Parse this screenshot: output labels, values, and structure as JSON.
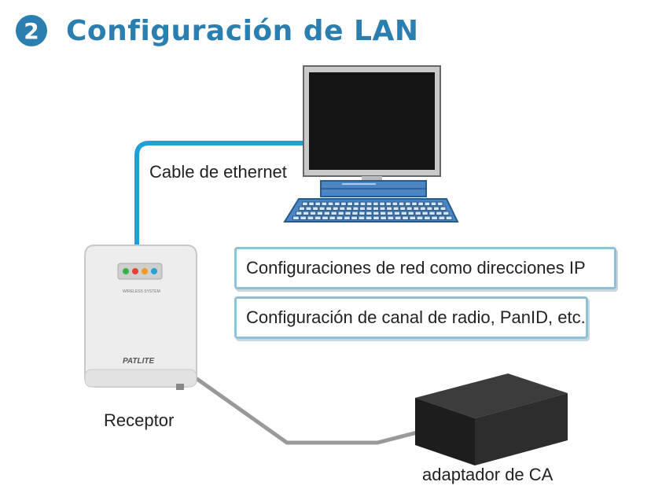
{
  "title": {
    "step_number": "2",
    "text": "Configuración de LAN"
  },
  "labels": {
    "cable": "Cable de ethernet",
    "receiver": "Receptor",
    "adapter": "adaptador de CA",
    "device_brand": "PATLITE",
    "device_model": "WIRELESS SYSTEM"
  },
  "boxes": {
    "network": "Configuraciones de red como direcciones IP",
    "radio": "Configuración de canal de radio, PanID, etc."
  },
  "colors": {
    "accent": "#2a7fb0",
    "cable": "#1e9fd6",
    "box_border": "#8fc1d6"
  }
}
